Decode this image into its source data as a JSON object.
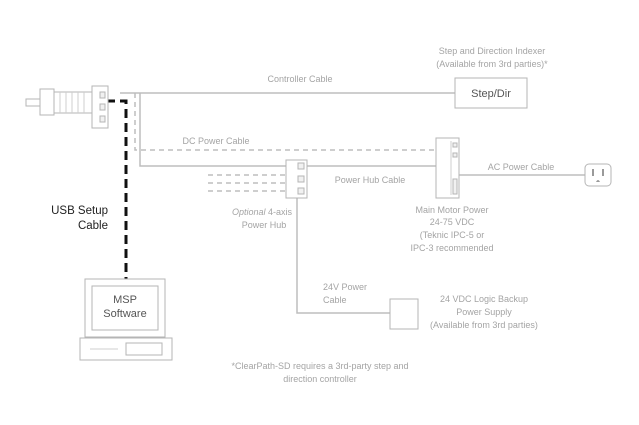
{
  "labels": {
    "indexer_title_1": "Step and Direction Indexer",
    "indexer_title_2": "(Available from 3rd parties)*",
    "step_dir": "Step/Dir",
    "controller_cable": "Controller Cable",
    "dc_power_cable": "DC Power Cable",
    "power_hub_cable": "Power Hub Cable",
    "ac_power_cable": "AC Power Cable",
    "main_motor_power_1": "Main Motor Power",
    "main_motor_power_2": "24-75 VDC",
    "main_motor_power_3": "(Teknic IPC-5 or",
    "main_motor_power_4": "IPC-3 recommended",
    "hub_optional": "Optional",
    "hub_4axis": " 4-axis",
    "hub_power_hub": "Power Hub",
    "usb_1": "USB Setup",
    "usb_2": "Cable",
    "v24_1": "24V Power",
    "v24_2": "Cable",
    "logic_1": "24 VDC Logic Backup",
    "logic_2": "Power Supply",
    "logic_3": "(Available from 3rd parties)",
    "msp_1": "MSP",
    "msp_2": "Software",
    "footnote_1": "*ClearPath-SD requires a 3rd-party step and",
    "footnote_2": "direction controller"
  },
  "icons": {
    "motor": "servo-motor-icon",
    "indexer": "indexer-box-icon",
    "power_supply": "power-supply-icon",
    "hub": "power-hub-icon",
    "outlet": "ac-outlet-icon",
    "logic_supply": "logic-supply-icon",
    "computer": "computer-icon"
  },
  "colors": {
    "line": "#bdbdbd",
    "label": "#a4a4a4",
    "usb_cable": "#111111"
  }
}
